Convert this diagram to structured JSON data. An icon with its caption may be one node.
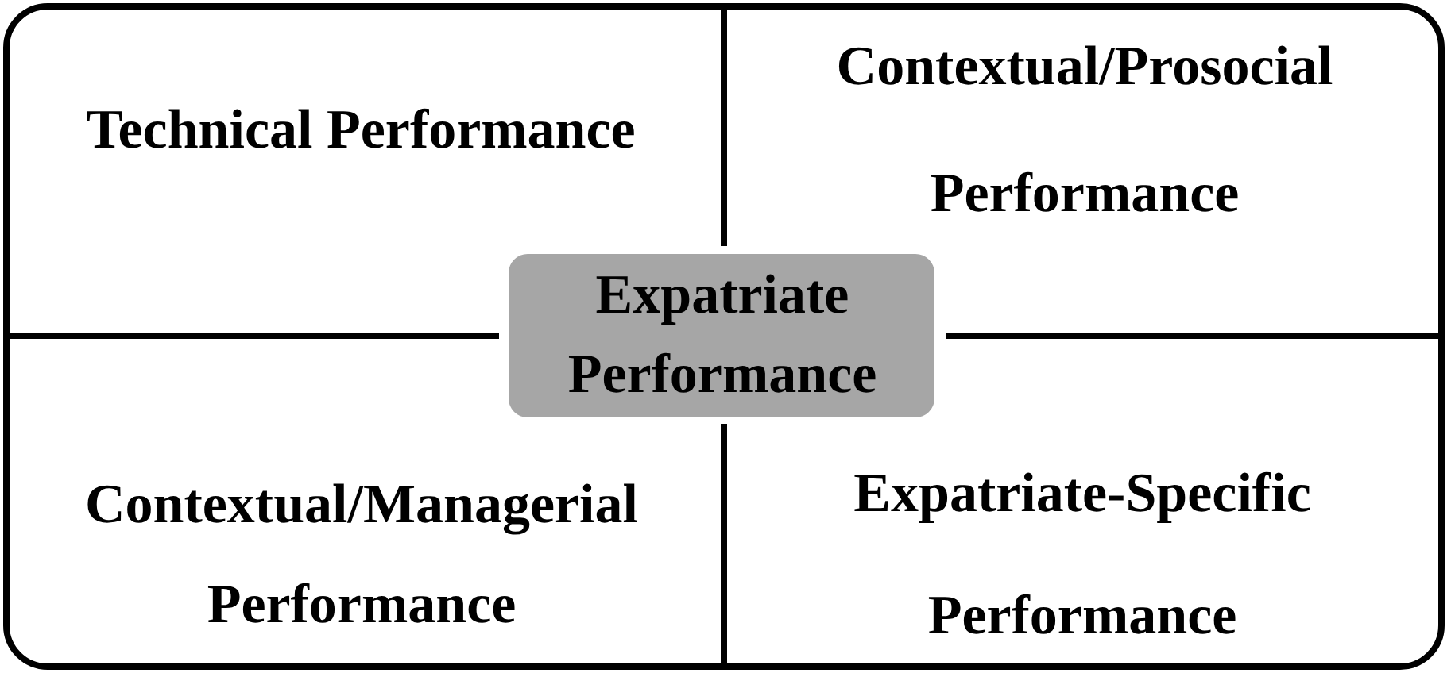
{
  "diagram": {
    "nodes": [
      {
        "text": [
          "Technical Performance"
        ]
      },
      {
        "text": [
          "Contextual/Prosocial Performance"
        ]
      },
      {
        "text": [
          "Expatriate Performance"
        ]
      },
      {
        "text": [
          "Contextual/Managerial Performance"
        ]
      },
      {
        "text": [
          "Expatriate-Specific Performance"
        ]
      }
    ]
  }
}
